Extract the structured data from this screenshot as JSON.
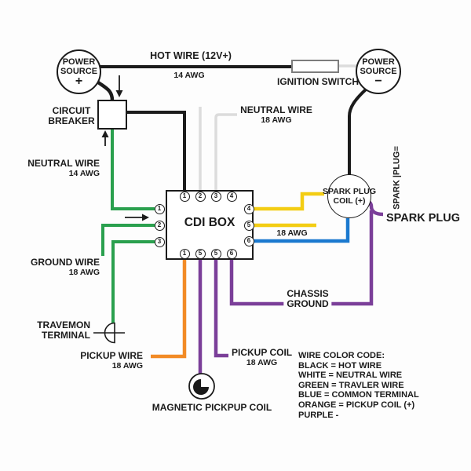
{
  "colors": {
    "black": "#1b1b1b",
    "white_wire": "#dcdcdc",
    "green": "#2aa04e",
    "yellow": "#f3cd14",
    "blue": "#1b79cf",
    "orange": "#f28b26",
    "purple": "#7b3f99"
  },
  "power_source_positive": {
    "line1": "POWER",
    "line2": "SOURCE",
    "sign": "+"
  },
  "power_source_negative": {
    "line1": "POWER",
    "line2": "SOURCE",
    "sign": "−"
  },
  "spark_coil": {
    "line1": "SPARK PLUG",
    "line2": "COIL (+)"
  },
  "labels": {
    "hot_wire": "HOT WIRE (12V+)",
    "hot_wire_awg": "14 AWG",
    "ignition_switch": "IGNITION SWITCH",
    "circuit_breaker_1": "CIRCUIT",
    "circuit_breaker_2": "BREAKER",
    "neutral_left_1": "NEUTRAL WIRE",
    "neutral_left_2": "14 AWG",
    "neutral_top_1": "NEUTRAL WIRE",
    "neutral_top_2": "18 AWG",
    "cdi_box": "CDI BOX",
    "awg_18_right": "18 AWG",
    "spark_vertical": "SPARK |PLUG=",
    "spark_plug": "SPARK PLUG",
    "ground_wire_1": "GROUND WIRE",
    "ground_wire_2": "18 AWG",
    "travemon_1": "TRAVEMON",
    "travemon_2": "TERMINAL",
    "pickup_wire_1": "PICKUP WIRE",
    "pickup_wire_2": "18 AWG",
    "magnetic_coil": "MAGNETIC PICKPUP COIL",
    "pickup_coil_1": "PICKUP COIL",
    "pickup_coil_2": "18 AWG",
    "chassis_1": "CHASSIS",
    "chassis_2": "GROUND"
  },
  "cdi_pins": {
    "top": [
      "1",
      "2",
      "3",
      "4"
    ],
    "left": [
      "1",
      "2",
      "3"
    ],
    "right": [
      "4",
      "5",
      "6"
    ],
    "bottom": [
      "1",
      "5",
      "5",
      "6"
    ]
  },
  "color_code": {
    "title": "WIRE COLOR CODE:",
    "lines": [
      "BLACK = HOT WIRE",
      "WHITE = NEUTRAL WIRE",
      "GREEN = TRAVLER WIRE",
      "BLUE = COMMON TERMINAL",
      "ORANGE = PICKUP COIL (+)",
      "PURPLE -"
    ]
  }
}
